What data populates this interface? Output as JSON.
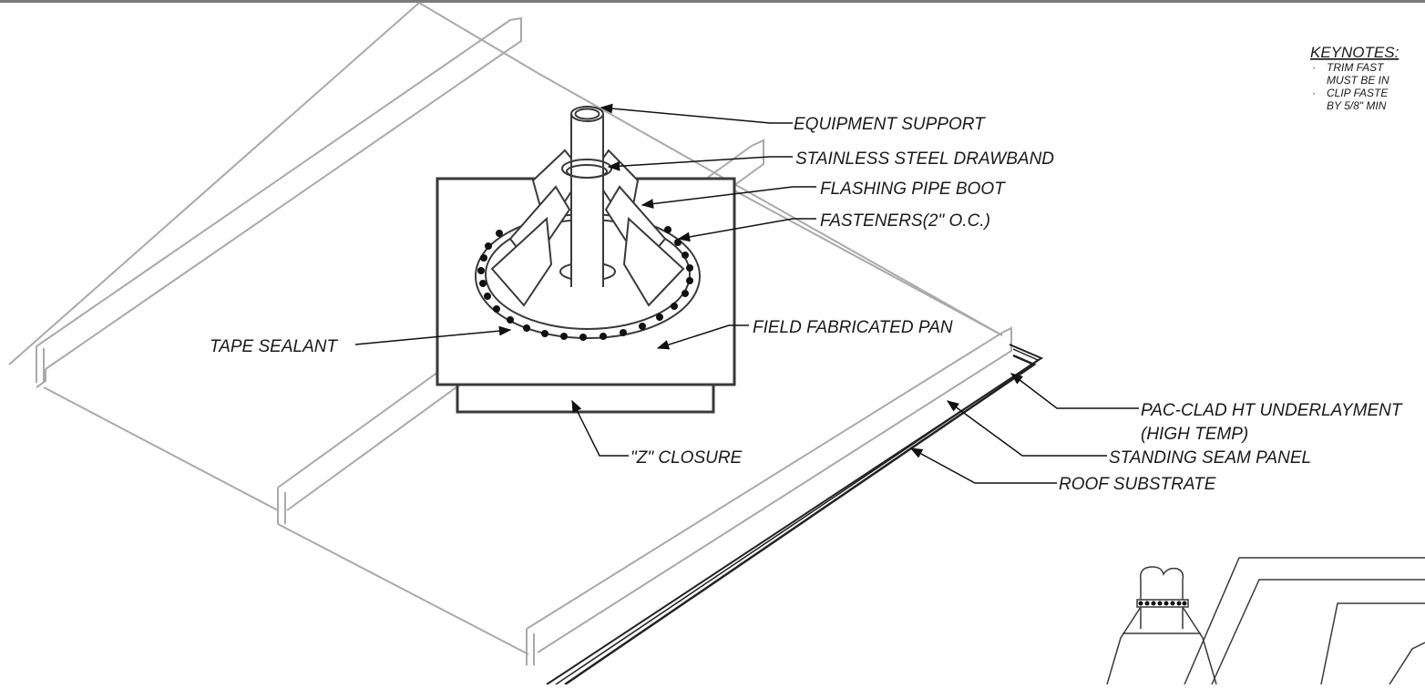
{
  "drawing": {
    "keynotes": {
      "heading": "KEYNOTES:",
      "items": [
        "TRIM FAST",
        "MUST BE IN",
        "CLIP FASTE",
        "BY 5/8\" MIN"
      ]
    },
    "callouts": {
      "equipment_support": "EQUIPMENT SUPPORT",
      "drawband": "STAINLESS STEEL DRAWBAND",
      "pipe_boot": "FLASHING PIPE BOOT",
      "fasteners": "FASTENERS(2\" O.C.)",
      "tape_sealant": "TAPE SEALANT",
      "pan": "FIELD FABRICATED PAN",
      "underlayment": "PAC-CLAD HT  UNDERLAYMENT",
      "underlayment_sub": "(HIGH TEMP)",
      "standing_seam": "STANDING SEAM PANEL",
      "z_closure": "\"Z\" CLOSURE",
      "roof_substrate": "ROOF SUBSTRATE"
    },
    "colors": {
      "panel_line": "#a9a9a9",
      "ink": "#3a3a3a",
      "background": "#ffffff"
    }
  }
}
